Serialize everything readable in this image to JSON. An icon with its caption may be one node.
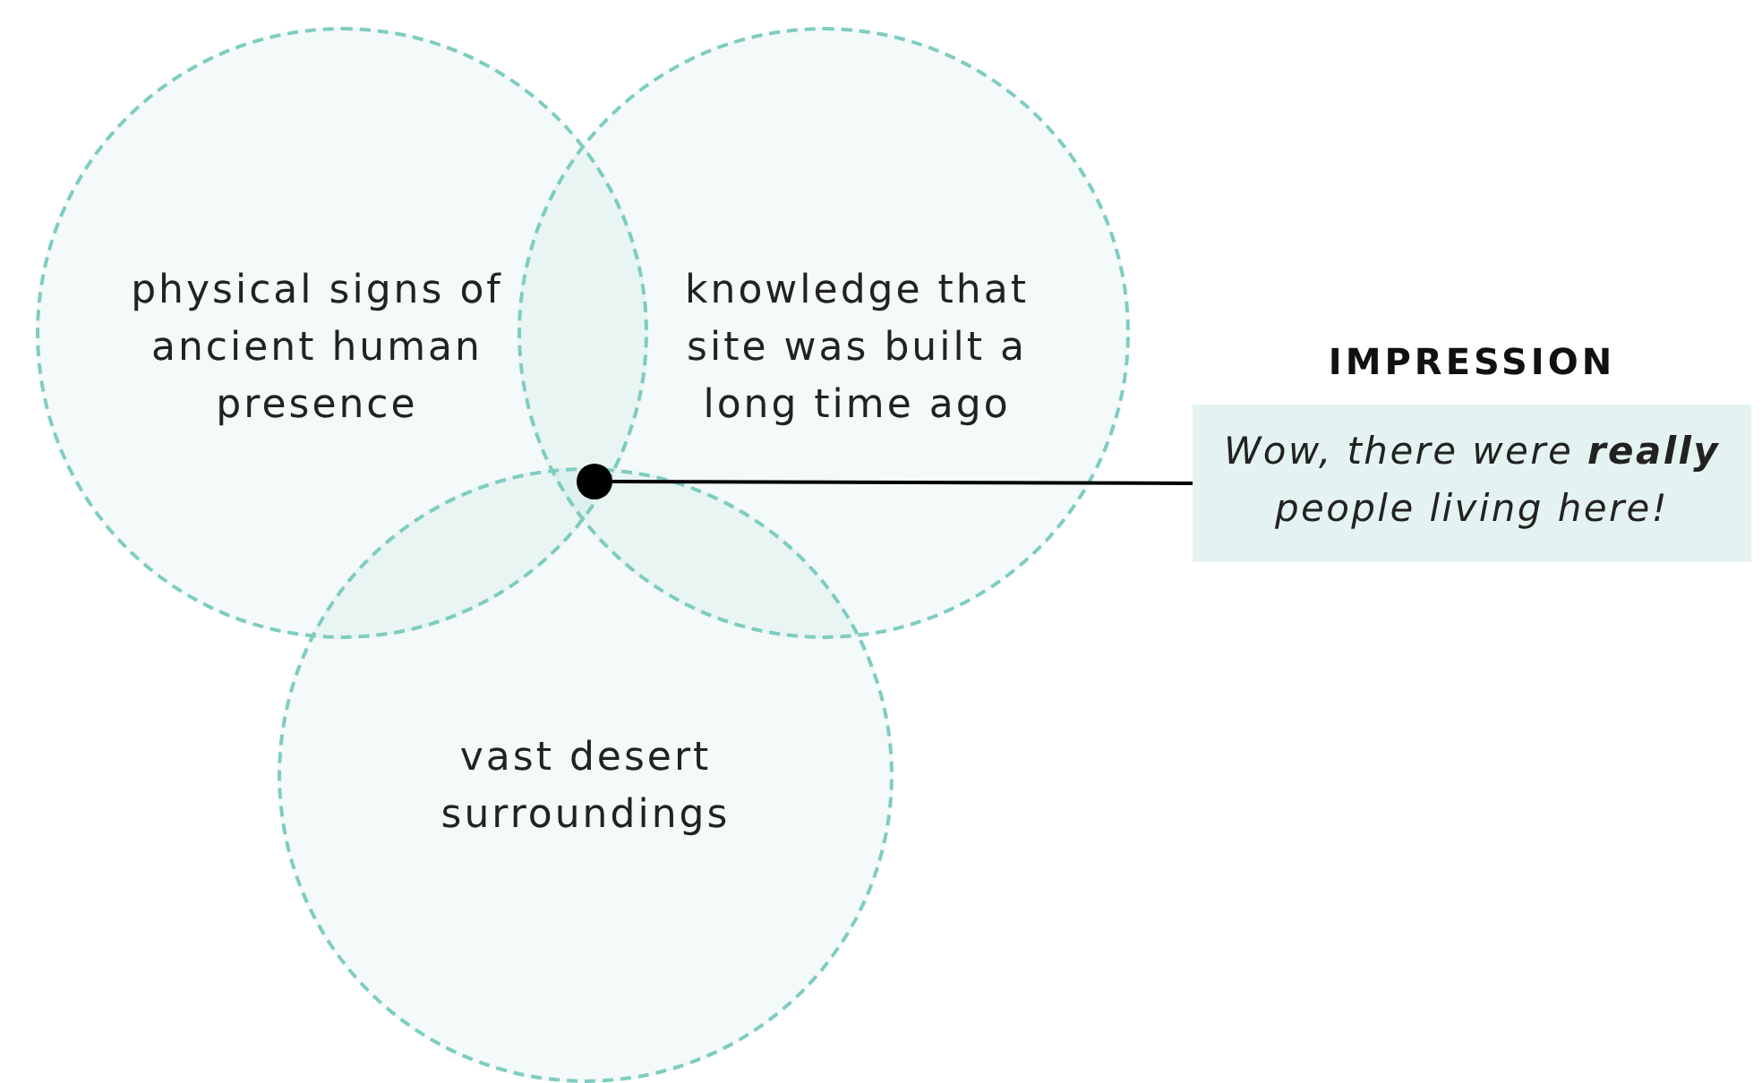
{
  "diagram": {
    "nodes": [
      {
        "text": [
          "physical signs of ancient human presence"
        ]
      },
      {
        "text": [
          "knowledge that site was built a long time ago"
        ]
      },
      {
        "text": [
          "vast desert surroundings"
        ]
      },
      {
        "text": [
          "IMPRESSION",
          "Wow, there were **really** people living here!"
        ]
      },
      {
        "text": [],
        "shape": "circle"
      }
    ],
    "edges": [
      {
        "from": 3,
        "to": 4,
        "arrow": "none"
      }
    ]
  }
}
